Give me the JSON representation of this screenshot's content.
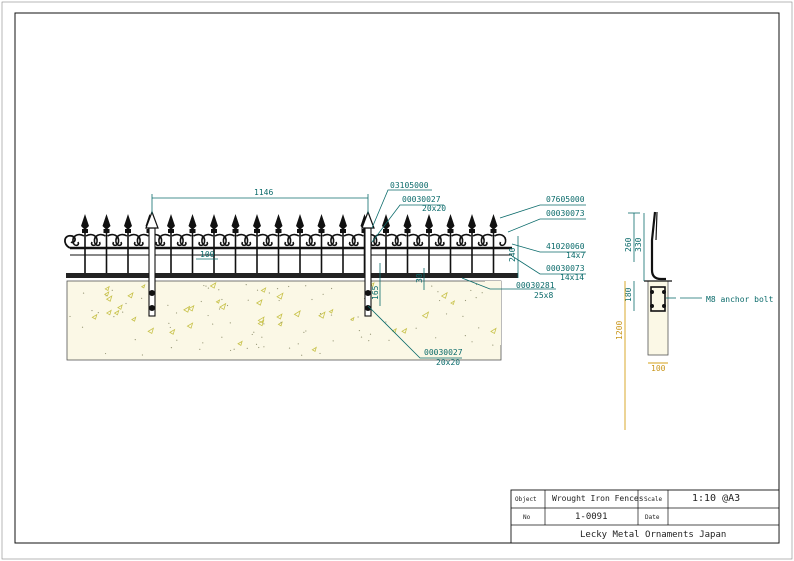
{
  "callouts": {
    "c1": "03105000",
    "c2a": "00030027",
    "c2b": "20x20",
    "c3": "07605000",
    "c4": "00030073",
    "c5a": "41020060",
    "c5b": "14x7",
    "c6a": "00030073",
    "c6b": "14x14",
    "c7a": "00030281",
    "c7b": "25x8",
    "c8a": "00030027",
    "c8b": "20x20"
  },
  "dimensions": {
    "span": "1146",
    "spacing": "100",
    "height": "240",
    "small1": "30",
    "small2": "165",
    "side_total": "260",
    "side_upper": "330",
    "side_post": "180",
    "side_depth": "1200",
    "side_width": "100"
  },
  "side_note": "M8 anchor bolt",
  "title_block": {
    "object_label": "Object",
    "object_value": "Wrought Iron Fences",
    "scale_label": "Scale",
    "scale_value": "1:10 @A3",
    "no_label": "No",
    "no_value": "1-0091",
    "date_label": "Date",
    "date_value": "",
    "company": "Lecky Metal Ornaments Japan"
  },
  "colors": {
    "iron": "#111111",
    "dimension": "#0b6b6b",
    "concrete_fill": "#fbf8e6",
    "concrete_speck": "#c8c24a",
    "foundation": "#d4a017"
  }
}
